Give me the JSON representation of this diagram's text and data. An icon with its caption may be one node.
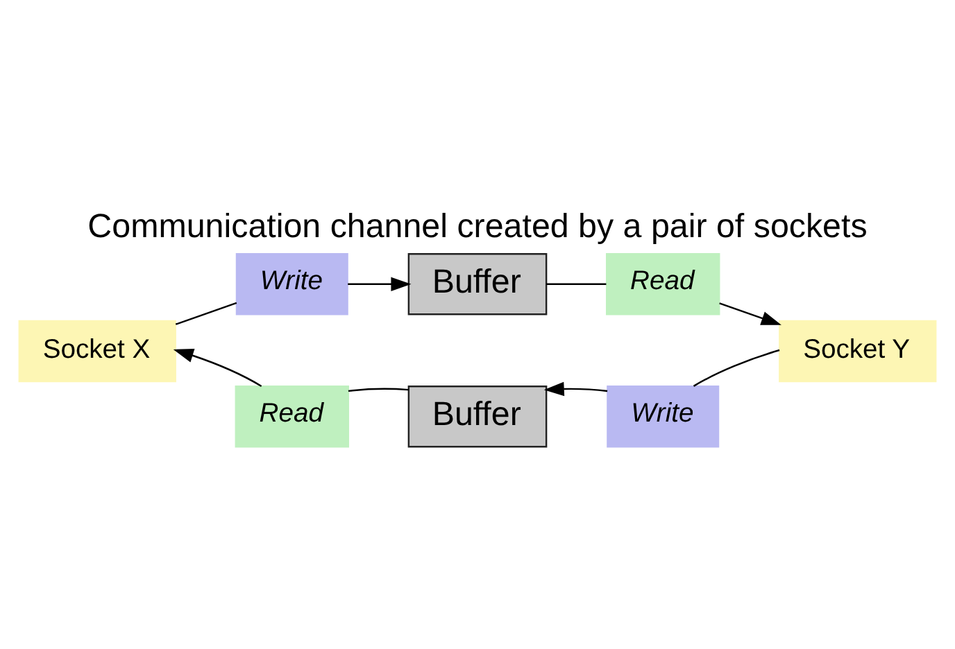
{
  "diagram": {
    "title": "Communication channel created by a pair of sockets",
    "nodes": [
      {
        "text": [
          "Write"
        ]
      },
      {
        "text": [
          "Buffer"
        ]
      },
      {
        "text": [
          "Read"
        ]
      },
      {
        "text": [
          "Socket X"
        ]
      },
      {
        "text": [
          "Socket Y"
        ]
      },
      {
        "text": [
          "Read"
        ]
      },
      {
        "text": [
          "Buffer"
        ]
      },
      {
        "text": [
          "Write"
        ]
      }
    ],
    "edges": [
      {
        "from": 3,
        "to": 0,
        "arrow": "none"
      },
      {
        "from": 0,
        "to": 1,
        "arrow": "to"
      },
      {
        "from": 1,
        "to": 2,
        "arrow": "none"
      },
      {
        "from": 2,
        "to": 4,
        "arrow": "to"
      },
      {
        "from": 4,
        "to": 7,
        "arrow": "none"
      },
      {
        "from": 7,
        "to": 6,
        "arrow": "to"
      },
      {
        "from": 6,
        "to": 5,
        "arrow": "none"
      },
      {
        "from": 5,
        "to": 3,
        "arrow": "to"
      }
    ]
  }
}
